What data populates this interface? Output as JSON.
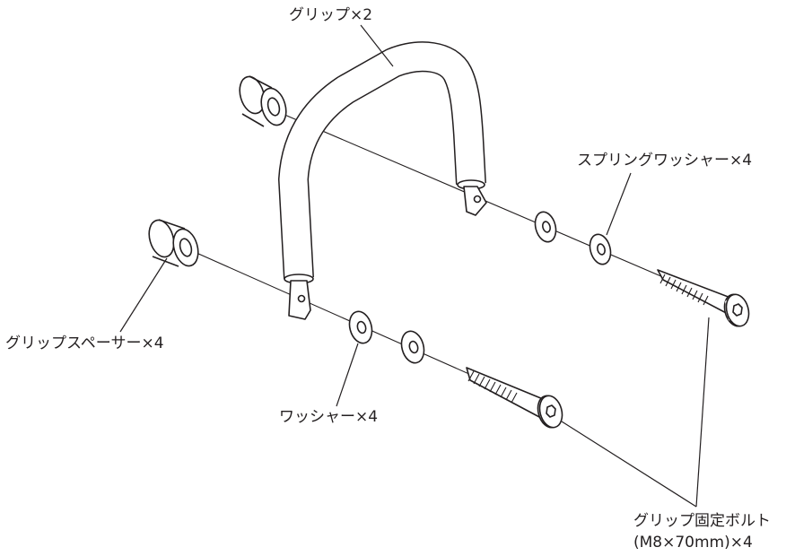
{
  "labels": {
    "grip": "グリップ×2",
    "spring_washer": "スプリングワッシャー×4",
    "grip_spacer": "グリップスペーサー×4",
    "washer": "ワッシャー×4",
    "bolt_line1": "グリップ固定ボルト",
    "bolt_line2": "(M8×70mm)×4"
  },
  "colors": {
    "line": "#231f20",
    "background": "#ffffff"
  }
}
